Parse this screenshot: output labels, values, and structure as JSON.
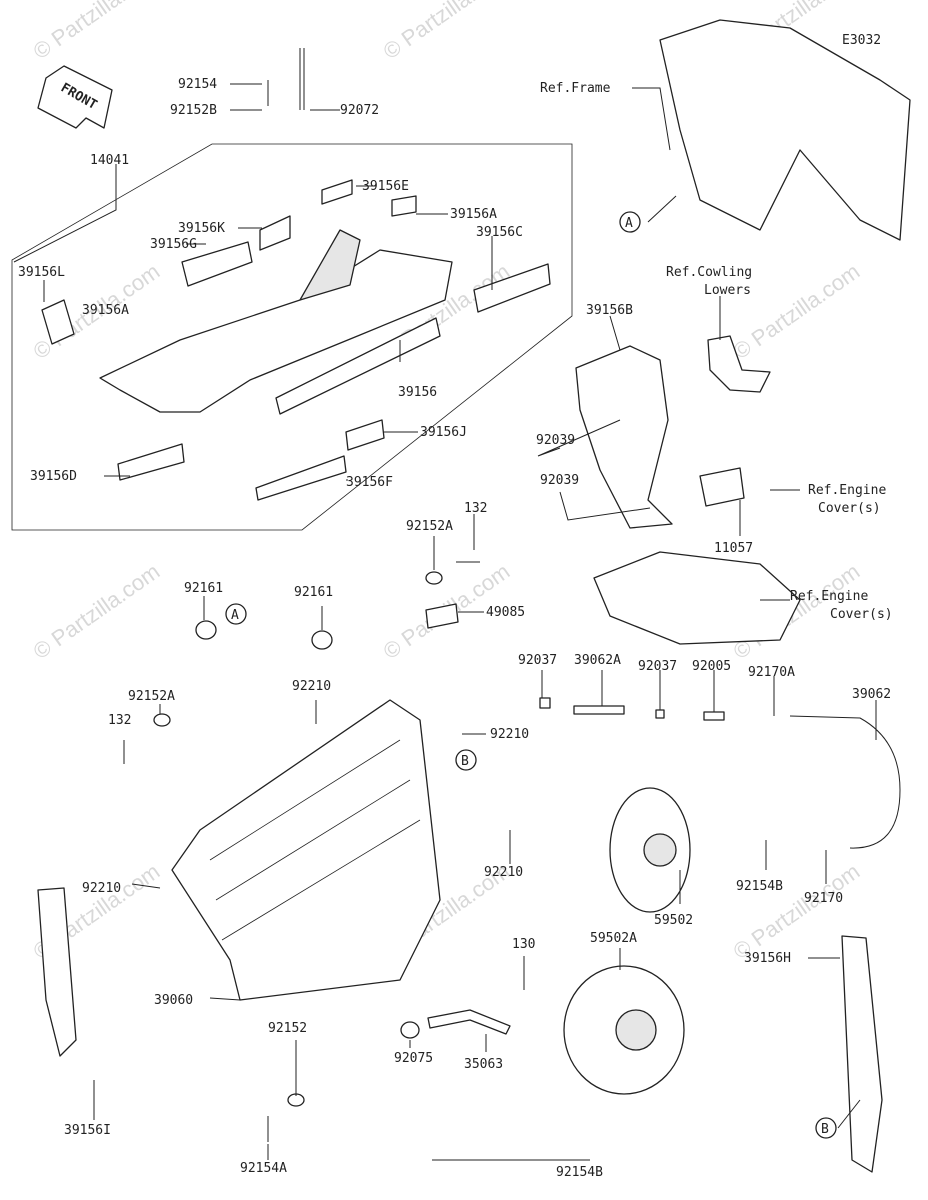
{
  "diagram_code": "E3032",
  "front_label": "FRONT",
  "watermark": "© Partzilla.com",
  "labels": {
    "p92154": "92154",
    "p92152B": "92152B",
    "p92072": "92072",
    "p14041": "14041",
    "p39156E": "39156E",
    "p39156A": "39156A",
    "p39156K": "39156K",
    "p39156G": "39156G",
    "p39156C": "39156C",
    "p39156L": "39156L",
    "p39156_partial": "39156A",
    "p39156": "39156",
    "p39156J": "39156J",
    "p39156D": "39156D",
    "p39156F": "39156F",
    "ref_frame": "Ref.Frame",
    "ref_cowling_1": "Ref.Cowling",
    "ref_cowling_2": "Lowers",
    "p39156B": "39156B",
    "p92039a": "92039",
    "p92039b": "92039",
    "ref_engine_a1": "Ref.Engine",
    "ref_engine_a2": "Cover(s)",
    "p11057": "11057",
    "ref_engine_b1": "Ref.Engine",
    "ref_engine_b2": "Cover(s)",
    "p92152A_top": "92152A",
    "p132_top": "132",
    "p92161a": "92161",
    "p92161b": "92161",
    "p49085": "49085",
    "p92037a": "92037",
    "p39062A": "39062A",
    "p92037b": "92037",
    "p92005": "92005",
    "p92170A": "92170A",
    "p39062": "39062",
    "p92210a": "92210",
    "p92210b": "92210",
    "p92152A_left": "92152A",
    "p132_left": "132",
    "p92210c": "92210",
    "p92210d": "92210",
    "p92154B_a": "92154B",
    "p92170": "92170",
    "p59502": "59502",
    "p59502A": "59502A",
    "p130": "130",
    "p39060": "39060",
    "p39156H": "39156H",
    "p92152": "92152",
    "p92075": "92075",
    "p35063": "35063",
    "p39156I": "39156I",
    "p92154A": "92154A",
    "p92154B_b": "92154B"
  },
  "callouts": {
    "a1": "A",
    "a2": "A",
    "b1": "B",
    "b2": "B"
  }
}
